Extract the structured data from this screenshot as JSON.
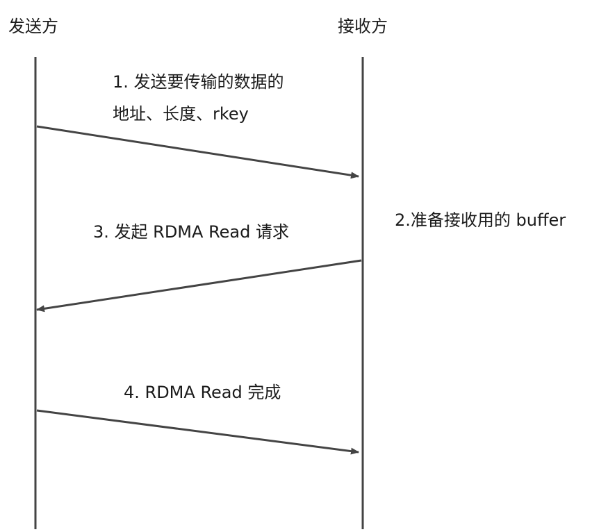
{
  "participants": {
    "sender": "发送方",
    "receiver": "接收方"
  },
  "messages": {
    "step1_line1": "1. 发送要传输的数据的",
    "step1_line2": "地址、长度、rkey",
    "step2": "2.准备接收用的 buffer",
    "step3": "3. 发起 RDMA Read 请求",
    "step4": "4. RDMA Read 完成"
  },
  "colors": {
    "line": "#444444",
    "text": "#1a1a1a"
  }
}
